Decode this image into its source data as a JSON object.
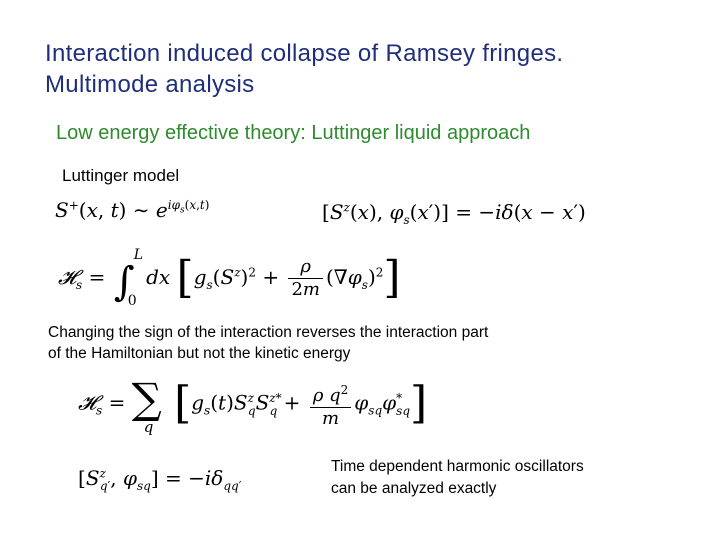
{
  "slide": {
    "title_line1": "Interaction induced collapse of Ramsey fringes.",
    "title_line2": "Multimode analysis",
    "subtitle": "Low energy effective theory: Luttinger liquid approach",
    "model_label": "Luttinger model",
    "paragraph_line1": "Changing the sign of the interaction reverses the interaction part",
    "paragraph_line2": "of the Hamiltonian but not the kinetic energy",
    "note_line1": "Time dependent harmonic oscillators",
    "note_line2": "can be analyzed exactly"
  },
  "colors": {
    "title": "#1f2f7a",
    "subtitle": "#2e8b2e",
    "text": "#000000"
  }
}
